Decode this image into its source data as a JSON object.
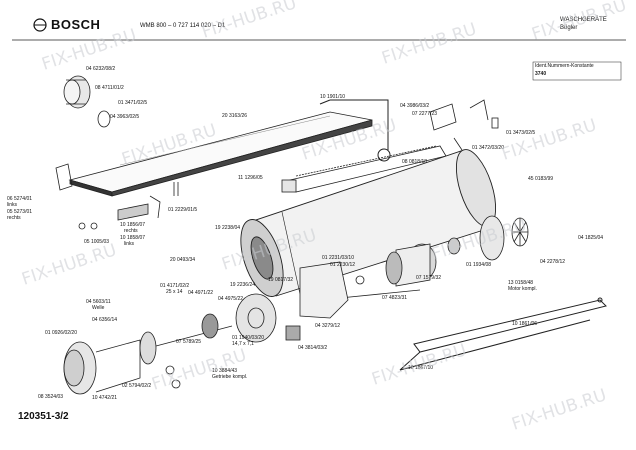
{
  "header": {
    "brand": "BOSCH",
    "model_line": "WMB 800 – 0 727 114 020 – D1",
    "category": "WASCHGERÄTE",
    "subcategory": "Bügler",
    "ident_label": "Ident.Nummern-Konstante",
    "ident_value": "3740"
  },
  "watermark": "FIX-HUB.RU",
  "part_labels": [
    "04 6232/08/2",
    "08 4711/01/2",
    "01 3471/02/5",
    "04 3963/02/5",
    "20 3163/26",
    "10 1901/10",
    "04 3986/03/2",
    "07 2277/23",
    "01 3473/02/5",
    "01 3472/03/20",
    "08 0818/18",
    "45 0183/99",
    "11 1296/05",
    "06 5274/01",
    "links",
    "05 5273/01",
    "rechts",
    "01 2229/01/5",
    "10 1856/07",
    "rechts",
    "10 1858/07",
    "links",
    "05 1005/03",
    "19 2238/04",
    "20 0493/34",
    "19 2236/24",
    "19 0817/32",
    "01 2231/03/10",
    "01 2230/12",
    "04 1825/04",
    "04 2278/12",
    "01 1934/08",
    "07 1579/32",
    "07 4823/31",
    "13 0158/48",
    "Motor kompl.",
    "01 4171/02/2",
    "25 x 14",
    "04 4971/22",
    "04 5603/11",
    "Welle",
    "04 4975/22",
    "04 6356/14",
    "01 0926/02/20",
    "07 5789/25",
    "01 1940/03/20",
    "14,7 x 7,1",
    "04 3279/12",
    "04 3814/03/2",
    "10 1861/06",
    "10 1867/10",
    "10 3884/43",
    "Getriebe kompl.",
    "02 5794/02/2",
    "10 4742/21",
    "08 3524/03"
  ],
  "footer": {
    "doc_number": "120351-3/2"
  }
}
